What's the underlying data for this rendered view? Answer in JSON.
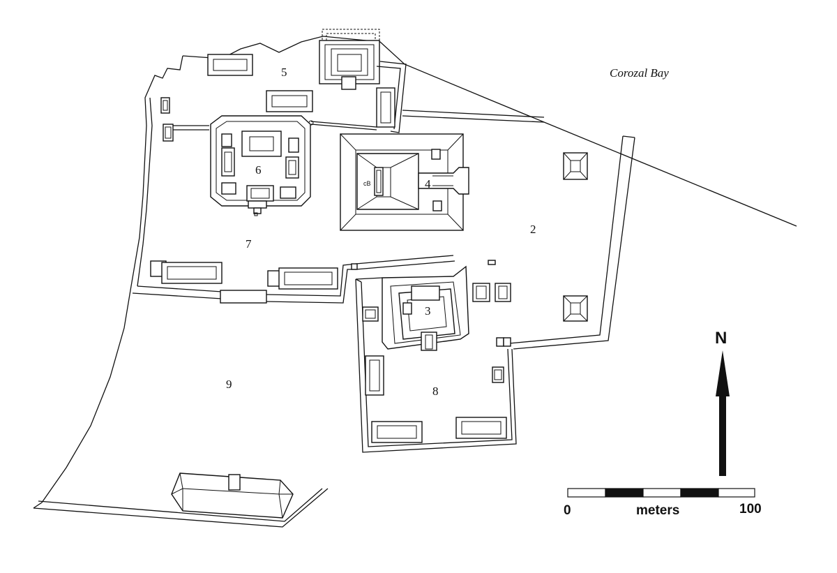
{
  "map": {
    "water_label": "Corozal Bay",
    "group_labels": [
      {
        "id": "group-5",
        "text": "5"
      },
      {
        "id": "group-6",
        "text": "6"
      },
      {
        "id": "group-4",
        "text": "4"
      },
      {
        "id": "group-2",
        "text": "2"
      },
      {
        "id": "group-7",
        "text": "7"
      },
      {
        "id": "group-3",
        "text": "3"
      },
      {
        "id": "group-8",
        "text": "8"
      },
      {
        "id": "group-9",
        "text": "9"
      }
    ],
    "north_label": "N",
    "scale": {
      "start_label": "0",
      "unit_label": "meters",
      "end_label": "100",
      "segments": 5
    }
  }
}
